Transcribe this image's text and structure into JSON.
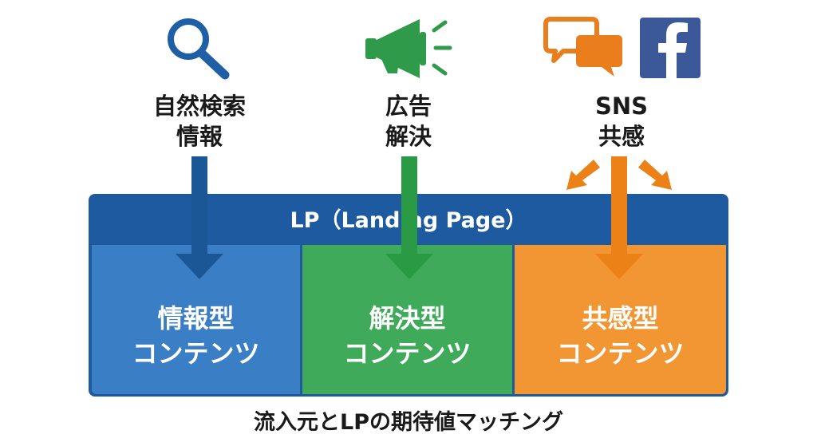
{
  "sources": [
    {
      "id": "search",
      "icon": "magnifier-icon",
      "line1": "自然検索",
      "line2": "情報",
      "color": "#1f5fa6"
    },
    {
      "id": "ads",
      "icon": "megaphone-icon",
      "line1": "広告",
      "line2": "解決",
      "color": "#2e9a4a"
    },
    {
      "id": "sns",
      "icon": "chat-bubbles-icon",
      "icon2": "facebook-icon",
      "line1": "SNS",
      "line2": "共感",
      "color": "#ea7d1c"
    }
  ],
  "lp": {
    "title": "LP（Landing Page）",
    "frame_color": "#1d5aa0"
  },
  "panels": [
    {
      "line1": "情報型",
      "line2": "コンテンツ",
      "color": "#3a7fc6"
    },
    {
      "line1": "解決型",
      "line2": "コンテンツ",
      "color": "#3faa5a"
    },
    {
      "line1": "共感型",
      "line2": "コンテンツ",
      "color": "#f29533"
    }
  ],
  "caption": "流入元とLPの期待値マッチング",
  "colors": {
    "facebook": "#3b5998",
    "arrow_blue": "#1b5796",
    "arrow_green": "#2a9a45",
    "arrow_orange": "#ec8118"
  }
}
